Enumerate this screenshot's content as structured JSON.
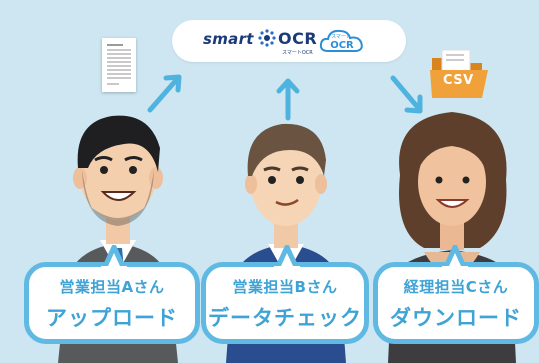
{
  "logo": {
    "brand": "smart",
    "ocr": "OCR",
    "small": "スマートOCR",
    "cloud_top": "スマート",
    "cloud_main": "OCR"
  },
  "csv_label": "CSV",
  "people": [
    {
      "name": "営業担当Aさん",
      "action": "アップロード"
    },
    {
      "name": "営業担当Bさん",
      "action": "データチェック"
    },
    {
      "name": "経理担当Cさん",
      "action": "ダウンロード"
    }
  ],
  "colors": {
    "background": "#cde6f1",
    "accent": "#5fb9e2",
    "text_blue": "#3fa3d6",
    "arrow": "#4fb3e0",
    "logo_navy": "#1a3a7a",
    "folder": "#f0a13a"
  }
}
